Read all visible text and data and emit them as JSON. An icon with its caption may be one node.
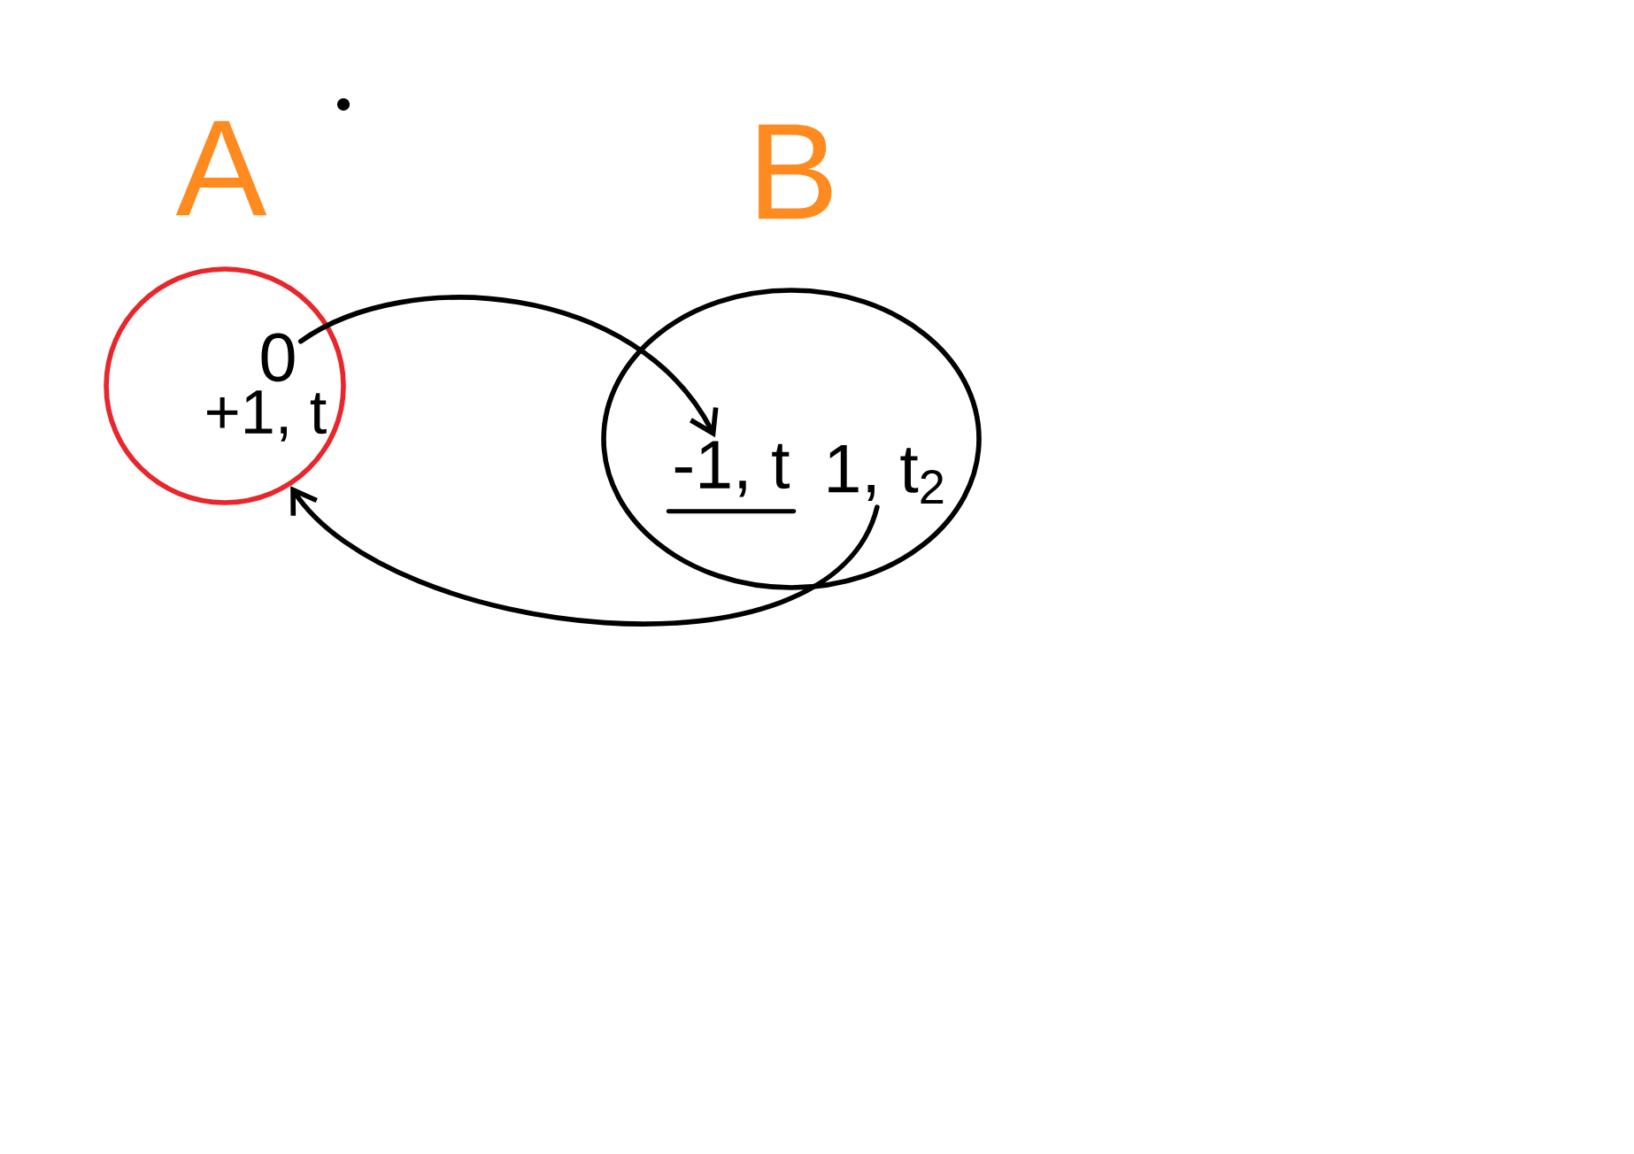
{
  "diagram": {
    "nodes": [
      {
        "text": [
          "A",
          "+1, t"
        ]
      },
      {
        "text": [
          "0"
        ],
        "in": 0
      },
      {
        "text": [
          "B"
        ]
      },
      {
        "text": [
          "-1, t"
        ],
        "in": 2
      },
      {
        "text": [
          "1, t$_{2}$"
        ],
        "in": 2
      }
    ],
    "edges": [
      {
        "from": 1,
        "to": 3,
        "arrow": "to"
      },
      {
        "from": 4,
        "to": 0,
        "arrow": "to"
      }
    ]
  }
}
